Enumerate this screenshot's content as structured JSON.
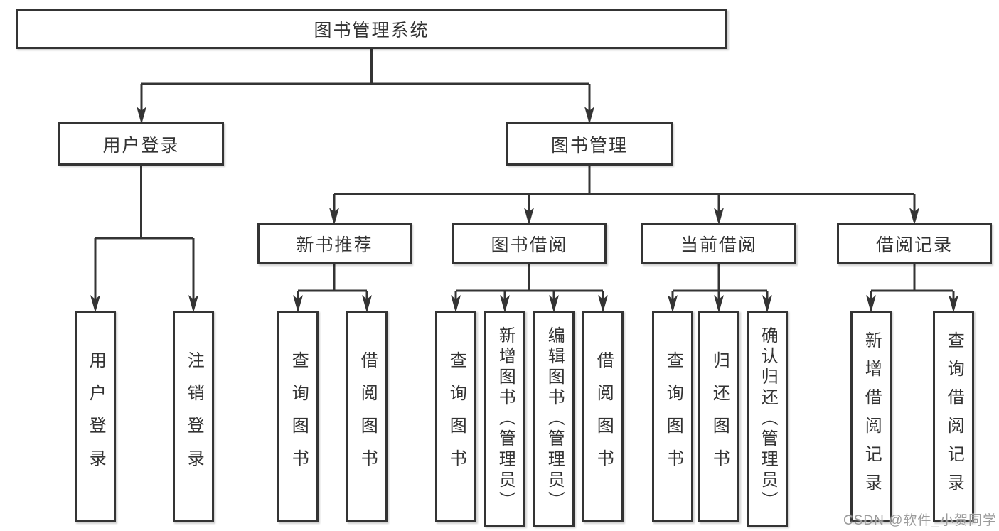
{
  "diagram": {
    "type": "hierarchy-tree",
    "tree": {
      "root": {
        "label": "图书管理系统"
      },
      "children": [
        {
          "label": "用户登录",
          "children": [
            {
              "label": "用户登录"
            },
            {
              "label": "注销登录"
            }
          ]
        },
        {
          "label": "图书管理",
          "children": [
            {
              "label": "新书推荐",
              "children": [
                {
                  "label": "查询图书"
                },
                {
                  "label": "借阅图书"
                }
              ]
            },
            {
              "label": "图书借阅",
              "children": [
                {
                  "label": "查询图书"
                },
                {
                  "label": "新增图书（管理员）"
                },
                {
                  "label": "编辑图书（管理员）"
                },
                {
                  "label": "借阅图书"
                }
              ]
            },
            {
              "label": "当前借阅",
              "children": [
                {
                  "label": "查询图书"
                },
                {
                  "label": "归还图书"
                },
                {
                  "label": "确认归还（管理员）"
                }
              ]
            },
            {
              "label": "借阅记录",
              "children": [
                {
                  "label": "新增借阅记录"
                },
                {
                  "label": "查询借阅记录"
                }
              ]
            }
          ]
        }
      ]
    }
  },
  "watermark": {
    "text": "CSDN @软件_小贺同学",
    "color": "#9b9b9b"
  },
  "colors": {
    "line": "#343434",
    "text": "#333333",
    "box_fill": "#ffffff",
    "background": "#ffffff"
  }
}
